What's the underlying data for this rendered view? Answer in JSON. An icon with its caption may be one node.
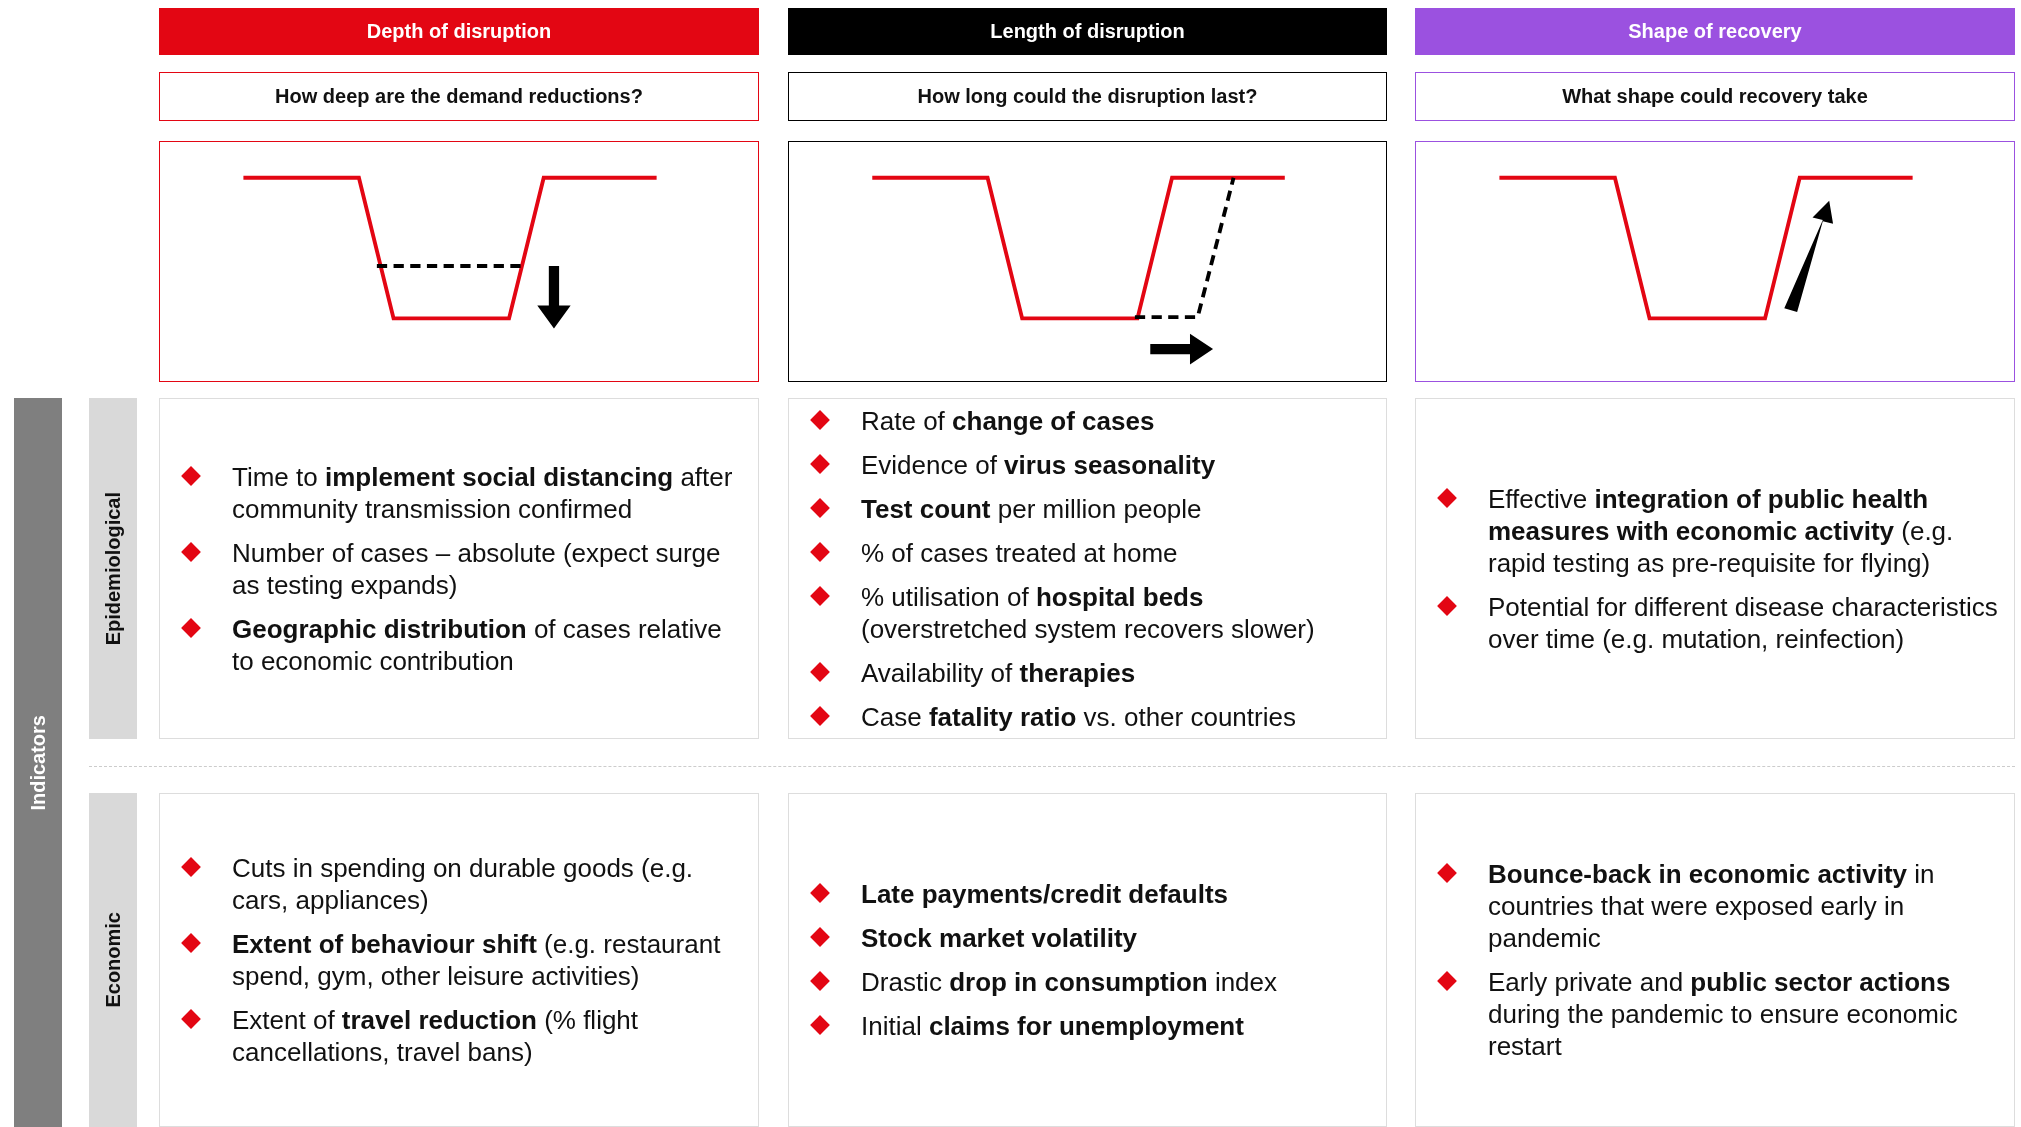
{
  "diagram": {
    "nodes": [
      {
        "text": [
          "Depth of disruption"
        ]
      },
      {
        "text": [
          "Length of disruption"
        ]
      },
      {
        "text": [
          "Shape of recovery"
        ]
      },
      {
        "text": [
          "How deep are the demand reductions?"
        ]
      },
      {
        "text": [
          "How long could the disruption last?"
        ]
      },
      {
        "text": [
          "What shape could recovery take"
        ]
      },
      {
        "text": [],
        "shape": "picture"
      },
      {
        "text": [],
        "shape": "picture"
      },
      {
        "text": [],
        "shape": "picture"
      },
      {
        "text": [
          "Indicators"
        ]
      },
      {
        "text": [
          "Epidemiological"
        ]
      },
      {
        "text": [
          "Time to **implement social distancing** after community transmission confirmed",
          "Number of cases – absolute (expect surge as testing expands)",
          "**Geographic distribution** of cases relative to economic contribution"
        ]
      },
      {
        "text": [
          "Rate of **change of cases**",
          "Evidence of **virus seasonality**",
          "**Test count** per million people",
          "% of cases treated at home",
          "% utilisation of **hospital beds** (overstretched system recovers slower)",
          "Availability of **therapies**",
          "Case **fatality ratio** vs. other countries"
        ]
      },
      {
        "text": [
          "Effective **integration of public health measures with economic activity** (e.g. rapid testing as pre-requisite for flying)",
          "Potential for different disease characteristics over time (e.g. mutation, reinfection)"
        ]
      },
      {
        "text": [
          "Economic"
        ]
      },
      {
        "text": [
          "Cuts in spending on durable goods (e.g. cars, appliances)",
          "**Extent of behaviour shift** (e.g. restaurant spend, gym, other leisure activities)",
          "Extent of **travel reduction** (% flight cancellations, travel bans)"
        ]
      },
      {
        "text": [
          "**Late payments/credit defaults**",
          "**Stock market volatility**",
          "Drastic **drop in consumption** index",
          "Initial **claims for unemployment**"
        ]
      },
      {
        "text": [
          "**Bounce-back in economic activity** in countries that were exposed early in pandemic",
          "Early private and **public sector actions** during the pandemic to ensure economic restart"
        ]
      }
    ]
  }
}
